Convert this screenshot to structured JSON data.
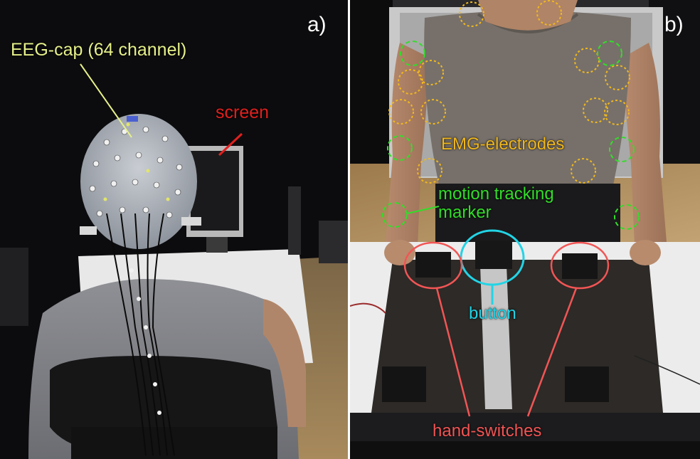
{
  "panels": [
    {
      "id": "a",
      "label": "a)",
      "annotations": {
        "eeg_cap": "EEG-cap (64 channel)",
        "screen": "screen"
      }
    },
    {
      "id": "b",
      "label": "b)",
      "annotations": {
        "emg": "EMG-electrodes",
        "motion_line1": "motion tracking",
        "motion_line2": "marker",
        "button": "button",
        "hand_switches": "hand-switches"
      }
    }
  ],
  "colors": {
    "eeg_cap_label": "#e6f08a",
    "screen_label": "#e0201e",
    "emg_label": "#f0b81e",
    "motion_marker_label": "#33dd2a",
    "button_label": "#22d4e6",
    "hand_switch_label": "#f25555"
  }
}
